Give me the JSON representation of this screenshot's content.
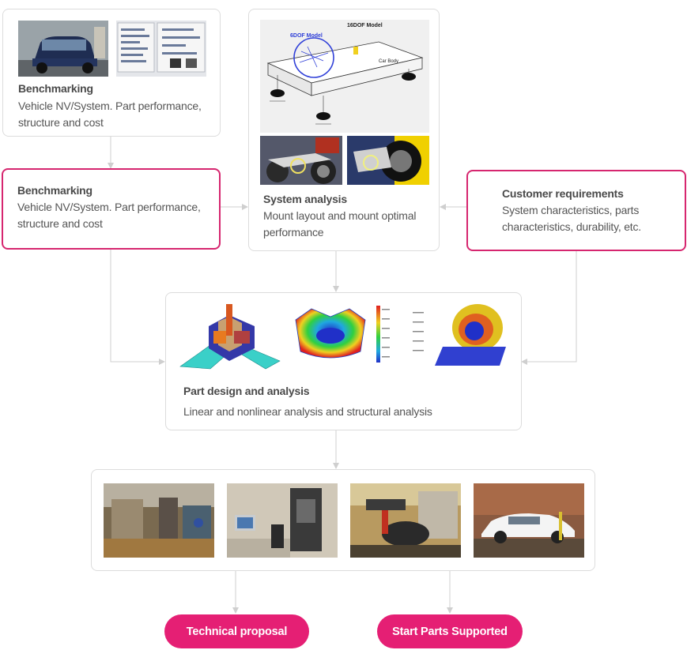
{
  "nodes": {
    "benchmarking_top": {
      "title": "Benchmarking",
      "desc_line1": "Vehicle NV/System. Part performance,",
      "desc_line2": "structure and cost"
    },
    "benchmarking_mid": {
      "title": "Benchmarking",
      "desc_line1": "Vehicle NV/System. Part performance,",
      "desc_line2": "structure and cost"
    },
    "system_analysis": {
      "title": "System analysis",
      "desc_line1": "Mount layout and mount optimal",
      "desc_line2": "performance",
      "model_label": "16DOF Model",
      "sub_model_label": "6DOF Model",
      "car_body_label": "Car Body"
    },
    "customer_requirements": {
      "title": "Customer requirements",
      "desc_line1": "System characteristics, parts",
      "desc_line2": "characteristics, durability, etc."
    },
    "part_design": {
      "title": "Part design and analysis",
      "desc": "Linear and nonlinear analysis and structural analysis"
    }
  },
  "outputs": {
    "technical_proposal": "Technical proposal",
    "start_parts": "Start Parts Supported"
  },
  "colors": {
    "accent": "#e51f74",
    "accent_border": "#d6266f",
    "border": "#dcdcdc",
    "arrow": "#cfcfcf"
  }
}
